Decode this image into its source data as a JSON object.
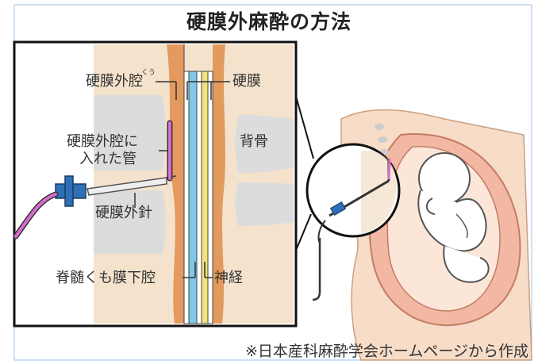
{
  "title": "硬膜外麻酔の方法",
  "labels": {
    "epidural_space": "硬膜外腔",
    "epidural_space_ruby": "くう",
    "dura": "硬膜",
    "catheter_line1": "硬膜外腔に",
    "catheter_line2": "入れた管",
    "spine": "背骨",
    "needle": "硬膜外針",
    "subarachnoid": "脊髄くも膜下腔",
    "nerve": "神経"
  },
  "footnote": "※日本産科麻酔学会ホームページから作成",
  "colors": {
    "bone": "#f4e2cc",
    "disc": "#dcdcdc",
    "vertebra_edge": "#e39a5e",
    "nerve_blue": "#7ec9e6",
    "nerve_yellow": "#f3e37a",
    "tube_pink": "#d86bd0",
    "needle_grey": "#9a9a9a",
    "hub_blue": "#2f6fb5",
    "skin": "#f7dcc8",
    "uterus": "#f2b8a4",
    "frame_blue": "#9fc2e6"
  }
}
